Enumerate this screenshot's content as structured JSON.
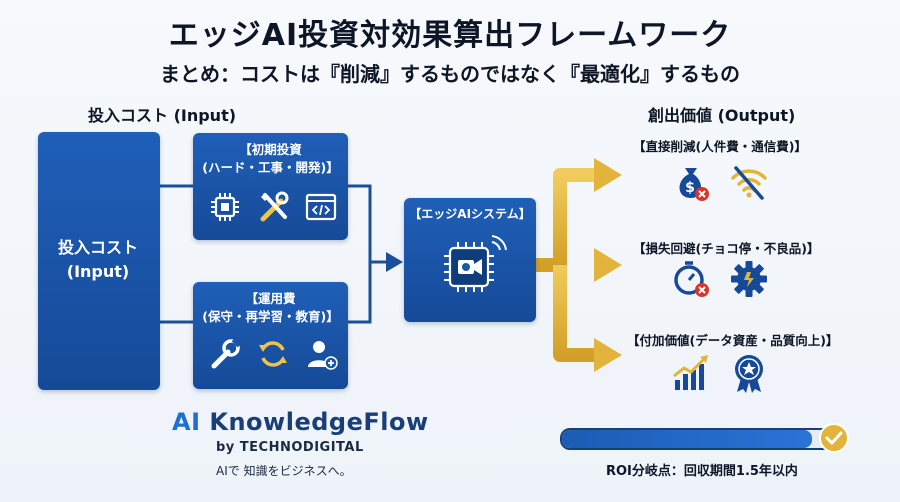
{
  "header": {
    "title": "エッジAI投資対効果算出フレームワーク",
    "subtitle": "まとめ：コストは『削減』するものではなく『最適化』するもの"
  },
  "input_section": {
    "heading": "投入コスト (Input)",
    "main_box": {
      "line1": "投入コスト",
      "line2": "(Input)"
    },
    "initial_investment": {
      "line1": "【初期投資",
      "line2": "(ハード・工事・開発)】",
      "icons": [
        "cpu-chip-icon",
        "tools-icon",
        "code-window-icon"
      ]
    },
    "operating_cost": {
      "line1": "【運用費",
      "line2": "(保守・再学習・教育)】",
      "icons": [
        "wrench-icon",
        "refresh-icon",
        "add-user-icon"
      ]
    }
  },
  "system": {
    "label": "【エッジAIシステム】",
    "icon": "ai-chip-camera-icon"
  },
  "output_section": {
    "heading": "創出価値 (Output)",
    "items": [
      {
        "label": "【直接削減(人件費・通信費)】",
        "icons": [
          "money-bag-icon",
          "no-wifi-icon"
        ]
      },
      {
        "label": "【損失回避(チョコ停・不良品)】",
        "icons": [
          "stopwatch-icon",
          "gear-icon"
        ]
      },
      {
        "label": "【付加価値(データ資産・品質向上)】",
        "icons": [
          "growth-chart-icon",
          "quality-badge-icon"
        ]
      }
    ]
  },
  "brand": {
    "ai": "AI",
    "name": "KnowledgeFlow",
    "by": "by TECHNODIGITAL",
    "tagline": "AIで 知識をビジネスへ。"
  },
  "roi": {
    "label": "ROI分岐点：回収期間1.5年以内",
    "progress": 0.9
  },
  "colors": {
    "primary_blue": "#1f5fb8",
    "dark_blue": "#164a98",
    "gold": "#e2b43c",
    "alert_red": "#d9342b"
  }
}
